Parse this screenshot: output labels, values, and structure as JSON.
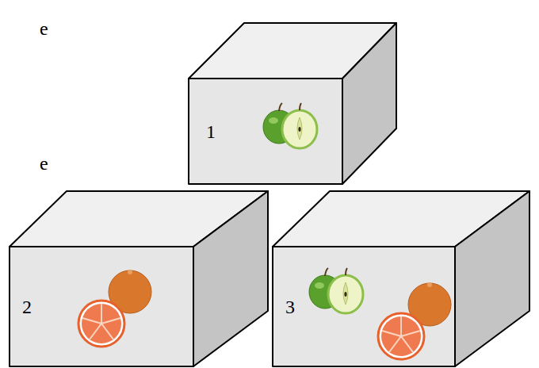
{
  "diagram": {
    "nodes": [
      {
        "text": [
          "1"
        ]
      },
      {
        "text": [
          "2"
        ]
      },
      {
        "text": [
          "3"
        ]
      }
    ],
    "labels": [
      "e",
      "e"
    ]
  }
}
